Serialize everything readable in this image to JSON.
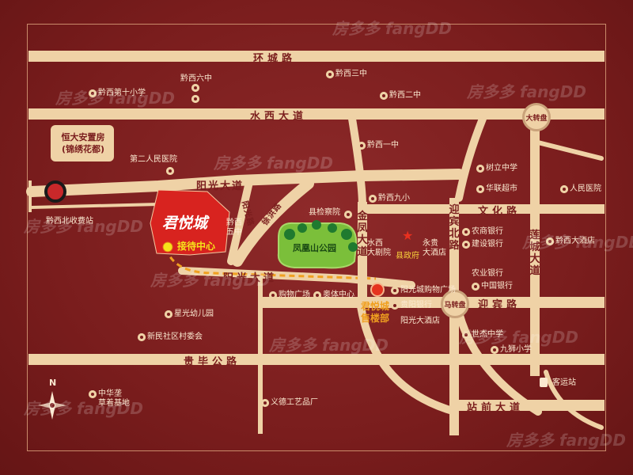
{
  "roads": {
    "huancheng": "环城路",
    "shuixi": "水西大道",
    "yangguang_upper": "阳光大道",
    "yangguang_lower": "阳光大道",
    "wenhua": "文化路",
    "yingbin": "迎宾路",
    "guibi": "贵毕公路",
    "zhanqian": "站前大道",
    "jinfeng": "金凤大道",
    "yingbin_north": "迎宾北路",
    "liancheng": "莲城大道",
    "xuhuan": "徐洪路",
    "yangshan": "阳光路"
  },
  "pois": {
    "school10": "黔西第十小学",
    "school6": "黔西六中",
    "school3": "黔西三中",
    "school2": "黔西二中",
    "school1": "黔西一中",
    "hospital2": "第二人民医院",
    "school5": "黔西\n五中",
    "procuratorate": "县检察院",
    "school9": "黔西九小",
    "shuli": "树立中学",
    "hualian": "华联超市",
    "people_hospital": "人民医院",
    "agri_bank": "农商银行",
    "ccb": "建设银行",
    "hotel": "黔西大酒店",
    "theatre": "水西\n大剧院",
    "county_gov": "县政府",
    "yonggui": "永贵\n大酒店",
    "agbank": "农业银行",
    "boc": "中国银行",
    "ygc_mall": "阳光城购物广场",
    "guiyang_bank": "贵阳银行",
    "yg_hotel": "阳光大酒店",
    "shijie": "世杰中学",
    "jiushi": "九狮小学",
    "mall": "购物广场",
    "olympic": "奥体中心",
    "kinder": "星光幼儿园",
    "xinmin": "新民社区村委会",
    "yiwu": "义德工艺品厂",
    "cemetery": "中华垄\n草着基地",
    "bus_station": "客运站",
    "toll": "黔西北收费站",
    "resettle": "恒大安置房\n(锦绣花都)",
    "park": "凤凰山公园",
    "dazhuanpan": "大转盘",
    "mazhuanpan": "马转盘"
  },
  "project": {
    "name": "君悦城",
    "reception": "接待中心",
    "sales": "君悦城\n售楼部"
  },
  "compass": "N",
  "watermark": "房多多 fangDD",
  "colors": {
    "background": "#7a1d1d",
    "road": "#efd2a6",
    "project": "#d8231f",
    "park": "#7bbf3a",
    "label": "#fbe9d0"
  }
}
